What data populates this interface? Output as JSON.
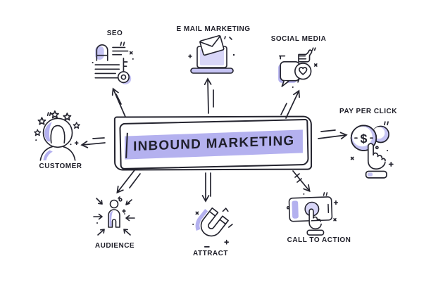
{
  "title": {
    "text": "INBOUND MARKETING"
  },
  "colors": {
    "ink": "#23232e",
    "highlight": "#b4b1ef",
    "icon_fill": "#c6c4f4",
    "icon_fill_light": "#d8d6f8",
    "background": "#ffffff"
  },
  "nodes": [
    {
      "id": "seo",
      "label": "SEO",
      "icon": "seo-document-key-icon"
    },
    {
      "id": "email-marketing",
      "label": "E MAIL MARKETING",
      "icon": "laptop-envelope-icon"
    },
    {
      "id": "social-media",
      "label": "SOCIAL MEDIA",
      "icon": "thumbs-up-chat-heart-icon"
    },
    {
      "id": "pay-per-click",
      "label": "PAY PER CLICK",
      "icon": "dollar-coin-click-hand-icon",
      "coin_symbol": "$"
    },
    {
      "id": "customer",
      "label": "CUSTOMER",
      "icon": "person-with-stars-icon"
    },
    {
      "id": "audience",
      "label": "AUDIENCE",
      "icon": "person-inward-arrows-icon"
    },
    {
      "id": "attract",
      "label": "ATTRACT",
      "icon": "magnet-icon"
    },
    {
      "id": "call-to-action",
      "label": "CALL TO ACTION",
      "icon": "tablet-tap-icon"
    }
  ],
  "connections": [
    {
      "from": "inbound-marketing",
      "to": "seo"
    },
    {
      "from": "inbound-marketing",
      "to": "email-marketing"
    },
    {
      "from": "inbound-marketing",
      "to": "social-media"
    },
    {
      "from": "inbound-marketing",
      "to": "pay-per-click"
    },
    {
      "from": "inbound-marketing",
      "to": "customer"
    },
    {
      "from": "inbound-marketing",
      "to": "audience"
    },
    {
      "from": "inbound-marketing",
      "to": "attract"
    },
    {
      "from": "inbound-marketing",
      "to": "call-to-action"
    }
  ]
}
